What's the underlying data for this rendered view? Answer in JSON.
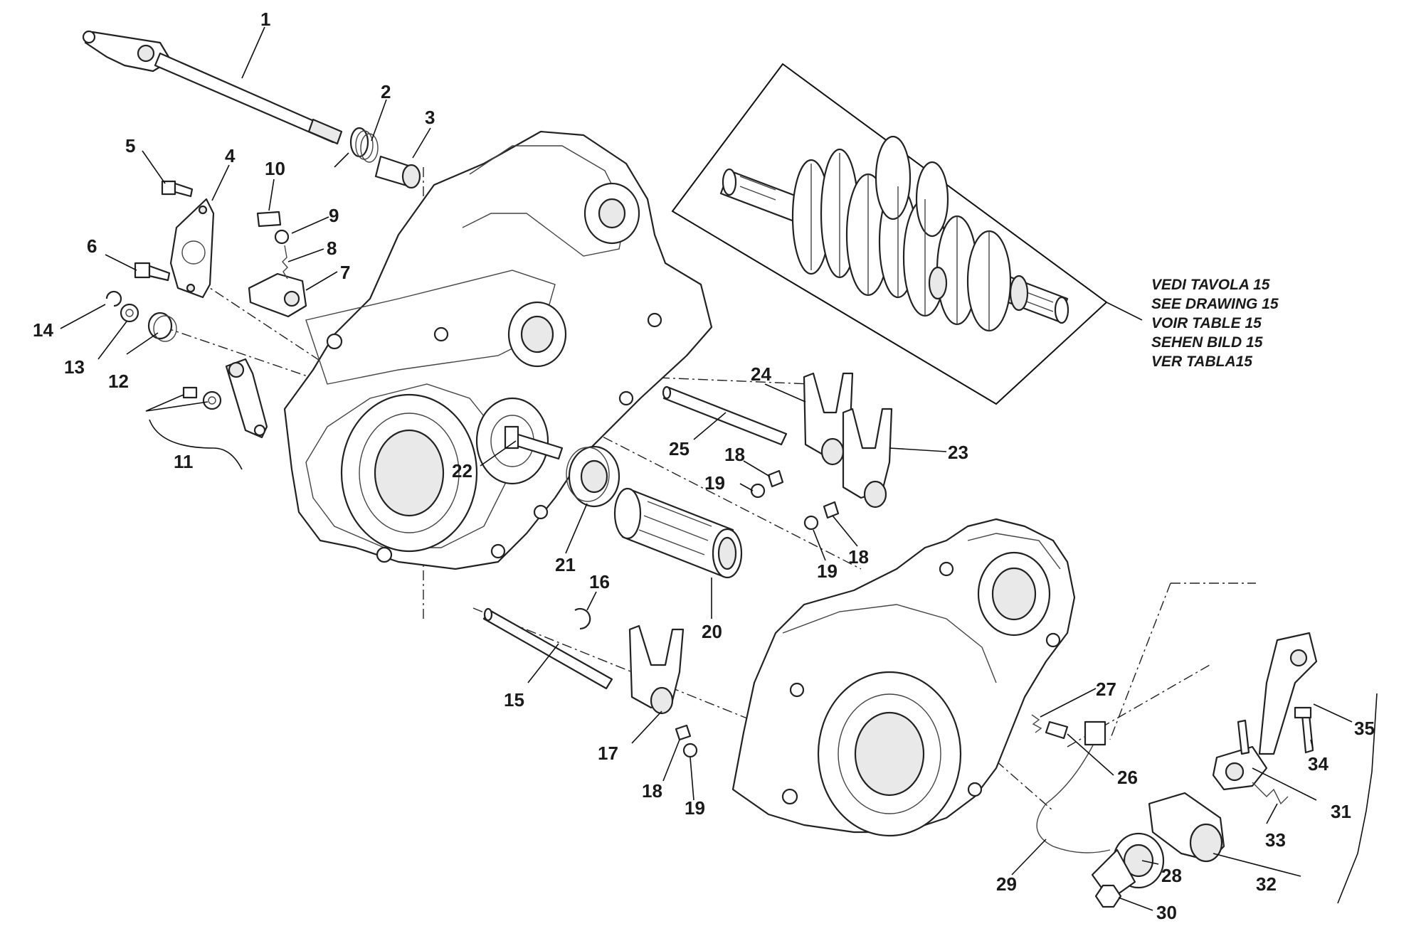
{
  "note_lines": [
    "VEDI TAVOLA 15",
    "SEE DRAWING 15",
    "VOIR TABLE 15",
    "SEHEN BILD 15",
    "VER TABLA15"
  ],
  "callouts": {
    "c1": "1",
    "c2": "2",
    "c3": "3",
    "c4": "4",
    "c5": "5",
    "c6": "6",
    "c7": "7",
    "c8": "8",
    "c9": "9",
    "c10": "10",
    "c11": "11",
    "c12": "12",
    "c13": "13",
    "c14": "14",
    "c15": "15",
    "c16": "16",
    "c17": "17",
    "c18a": "18",
    "c18b": "18",
    "c18c": "18",
    "c19a": "19",
    "c19b": "19",
    "c19c": "19",
    "c20": "20",
    "c21": "21",
    "c22": "22",
    "c23": "23",
    "c24": "24",
    "c25": "25",
    "c26": "26",
    "c27": "27",
    "c28": "28",
    "c29": "29",
    "c30": "30",
    "c31": "31",
    "c32": "32",
    "c33": "33",
    "c34": "34",
    "c35": "35"
  },
  "colors": {
    "line": "#222222",
    "background": "#ffffff"
  }
}
